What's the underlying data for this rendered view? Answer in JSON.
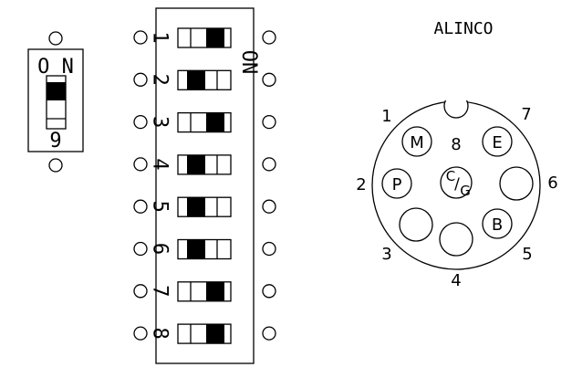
{
  "dip9": {
    "on_label": "O N",
    "number": "9",
    "knob_position": "on"
  },
  "dip8": {
    "on_label": "ON",
    "switches": [
      {
        "label": "1",
        "knob_position": "right"
      },
      {
        "label": "2",
        "knob_position": "left"
      },
      {
        "label": "3",
        "knob_position": "right"
      },
      {
        "label": "4",
        "knob_position": "left"
      },
      {
        "label": "5",
        "knob_position": "left"
      },
      {
        "label": "6",
        "knob_position": "left"
      },
      {
        "label": "7",
        "knob_position": "right"
      },
      {
        "label": "8",
        "knob_position": "right"
      }
    ]
  },
  "connector": {
    "brand": "ALINCO",
    "pin_numbers": [
      "1",
      "2",
      "3",
      "4",
      "5",
      "6",
      "7",
      "8"
    ],
    "pins": [
      {
        "label": "M"
      },
      {
        "label": "E"
      },
      {
        "label": "P"
      },
      {
        "label": "C/G",
        "text_c": "C",
        "text_slash": "/",
        "text_g": "G"
      },
      {
        "label": ""
      },
      {
        "label": ""
      },
      {
        "label": ""
      },
      {
        "label": "B"
      }
    ]
  }
}
